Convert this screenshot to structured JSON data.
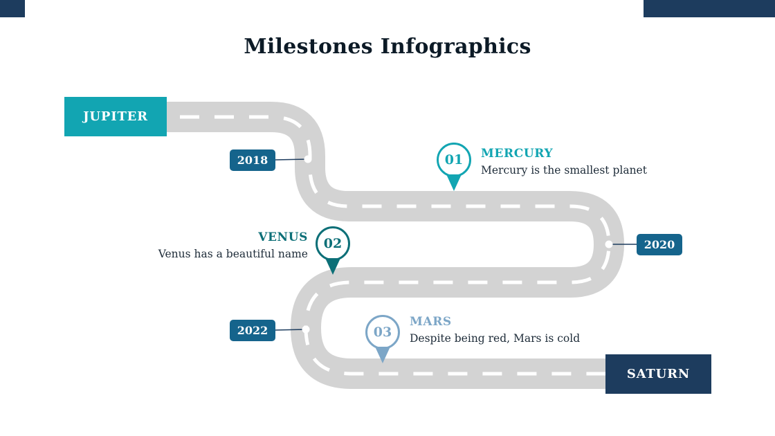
{
  "page": {
    "title": "Milestones Infographics"
  },
  "colors": {
    "teal": "#12a5b2",
    "petrol": "#0c6f77",
    "steel_blue": "#7ca6c7",
    "year_badge_blue": "#15648c",
    "navy": "#1d3c5e",
    "road_gray": "#d3d3d3",
    "text_dark": "#1d2b38"
  },
  "endpoints": {
    "start": "JUPITER",
    "end": "SATURN"
  },
  "years": [
    {
      "label": "2018"
    },
    {
      "label": "2020"
    },
    {
      "label": "2022"
    }
  ],
  "milestones": [
    {
      "number": "01",
      "name": "MERCURY",
      "description": "Mercury is the smallest planet"
    },
    {
      "number": "02",
      "name": "VENUS",
      "description": "Venus has a beautiful name"
    },
    {
      "number": "03",
      "name": "MARS",
      "description": "Despite being red, Mars is cold"
    }
  ]
}
